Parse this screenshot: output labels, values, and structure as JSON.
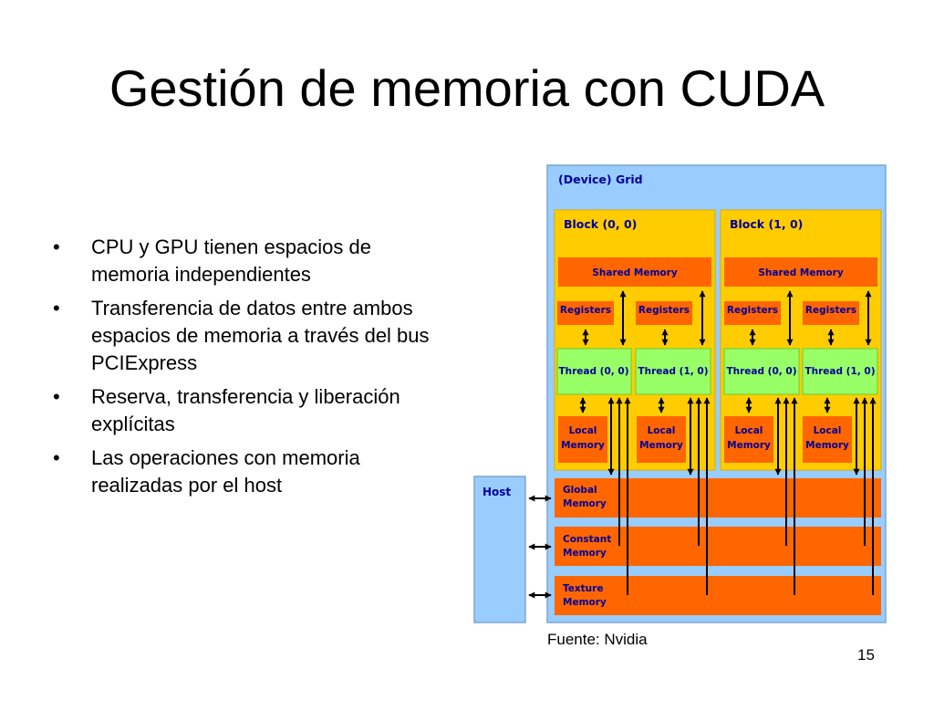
{
  "slide": {
    "title": "Gestión de memoria con CUDA",
    "bullets": [
      "CPU y GPU tienen espacios de memoria independientes",
      "Transferencia de datos entre ambos espacios de memoria a través del bus PCIExpress",
      "Reserva, transferencia y liberación explícitas",
      "Las operaciones con memoria realizadas por el host"
    ],
    "bullet_char": "•",
    "source": "Fuente: Nvidia",
    "page_number": "15"
  },
  "diagram": {
    "grid_label": "(Device) Grid",
    "blocks": [
      {
        "label": "Block (0, 0)",
        "shared_memory": "Shared Memory",
        "registers": [
          "Registers",
          "Registers"
        ],
        "threads": [
          "Thread (0, 0)",
          "Thread (1, 0)"
        ],
        "local_memory": [
          [
            "Local",
            "Memory"
          ],
          [
            "Local",
            "Memory"
          ]
        ]
      },
      {
        "label": "Block (1, 0)",
        "shared_memory": "Shared Memory",
        "registers": [
          "Registers",
          "Registers"
        ],
        "threads": [
          "Thread (0, 0)",
          "Thread (1, 0)"
        ],
        "local_memory": [
          [
            "Local",
            "Memory"
          ],
          [
            "Local",
            "Memory"
          ]
        ]
      }
    ],
    "host_label": "Host",
    "global_memory": [
      "Global",
      "Memory"
    ],
    "constant_memory": [
      "Constant",
      "Memory"
    ],
    "texture_memory": [
      "Texture",
      "Memory"
    ],
    "colors": {
      "grid_bg": "#99ccff",
      "block_bg": "#ffcc00",
      "memory": "#ff6600",
      "thread": "#99ff66",
      "host_bg": "#99ccff",
      "grid_label": "#000099",
      "arrow": "#000000"
    }
  }
}
